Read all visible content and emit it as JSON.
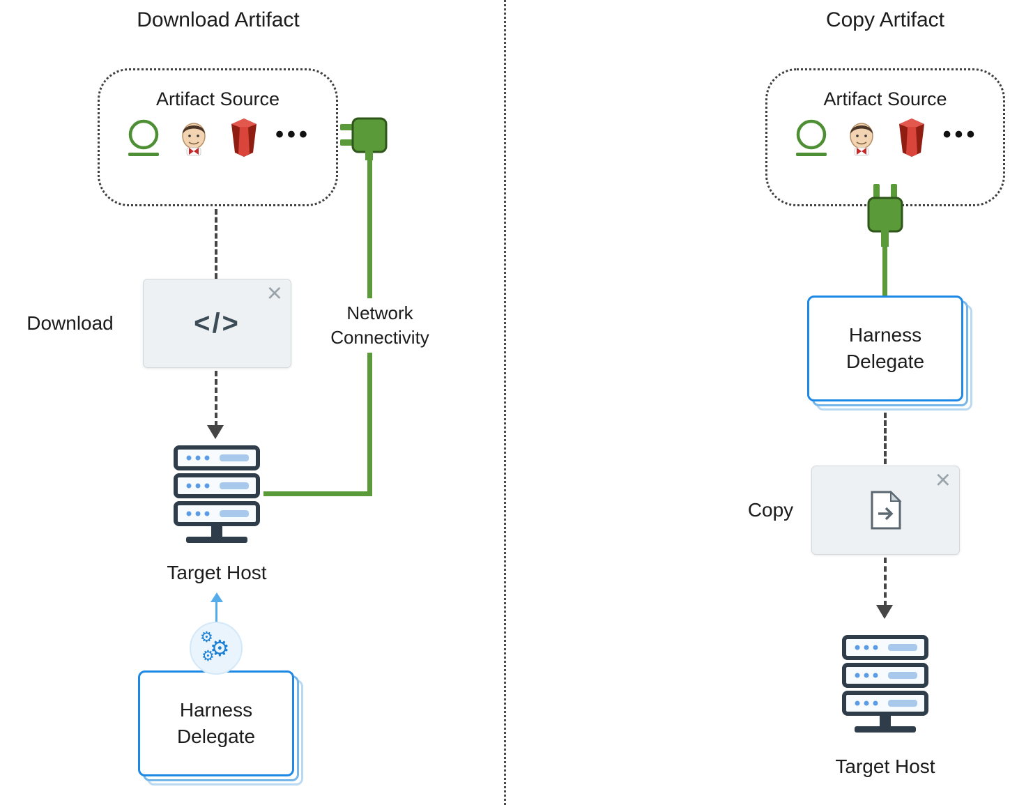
{
  "left": {
    "title": "Download Artifact",
    "artifact_source_label": "Artifact Source",
    "step_label": "Download",
    "network_label": "Network Connectivity",
    "target_host_label": "Target Host",
    "delegate_line1": "Harness",
    "delegate_line2": "Delegate"
  },
  "right": {
    "title": "Copy Artifact",
    "artifact_source_label": "Artifact Source",
    "step_label": "Copy",
    "target_host_label": "Target Host",
    "delegate_line1": "Harness",
    "delegate_line2": "Delegate"
  },
  "icons": {
    "ellipsis": "•••",
    "close": "×",
    "code": "</>",
    "gear": "⚙"
  },
  "colors": {
    "connector_green": "#5b9a39",
    "delegate_blue": "#1e88e5",
    "delegate_stack_light_blue": "#b9d9f3",
    "dashed_line_gray": "#454545",
    "step_box_bg": "#eef1f4",
    "server_dark": "#2e3d49",
    "server_accent_blue": "#5c9ce6"
  }
}
